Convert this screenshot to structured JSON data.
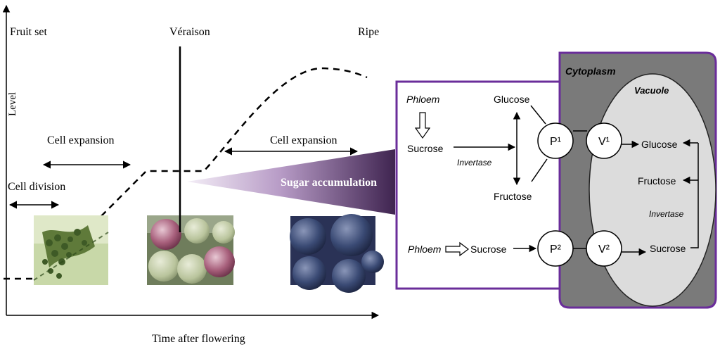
{
  "timeline": {
    "y_axis_label": "Level",
    "x_axis_label": "Time after flowering",
    "stages": {
      "fruit_set": "Fruit set",
      "veraison": "Véraison",
      "ripe": "Ripe"
    },
    "phases": {
      "cell_division": "Cell division",
      "cell_expansion_1": "Cell expansion",
      "cell_expansion_2": "Cell expansion"
    },
    "photos": [
      {
        "id": "fruit-set-photo",
        "depicts": "green flower cluster"
      },
      {
        "id": "veraison-photo",
        "depicts": "green and reddening grape berries"
      },
      {
        "id": "ripe-photo",
        "depicts": "ripe dark blue grape berries"
      }
    ]
  },
  "wedge": {
    "label": "Sugar accumulation"
  },
  "cell": {
    "cytoplasm_label": "Cytoplasm",
    "vacuole_label": "Vacuole",
    "phloem_top": "Phloem",
    "sucrose_top": "Sucrose",
    "invertase_top": "Invertase",
    "glucose_top": "Glucose",
    "fructose_top": "Fructose",
    "transporter_p1": "P¹",
    "transporter_v1": "V¹",
    "vac_glucose": "Glucose",
    "vac_fructose": "Fructose",
    "vac_invertase": "Invertase",
    "vac_sucrose": "Sucrose",
    "phloem_bottom": "Phloem",
    "sucrose_bottom": "Sucrose",
    "transporter_p2": "P²",
    "transporter_v2": "V²"
  },
  "colors": {
    "cell_border": "#6a2d9a",
    "cytoplasm": "#7a7a7a",
    "vacuole": "#dcdcdc",
    "wedge_dark": "#4a2a5e"
  }
}
